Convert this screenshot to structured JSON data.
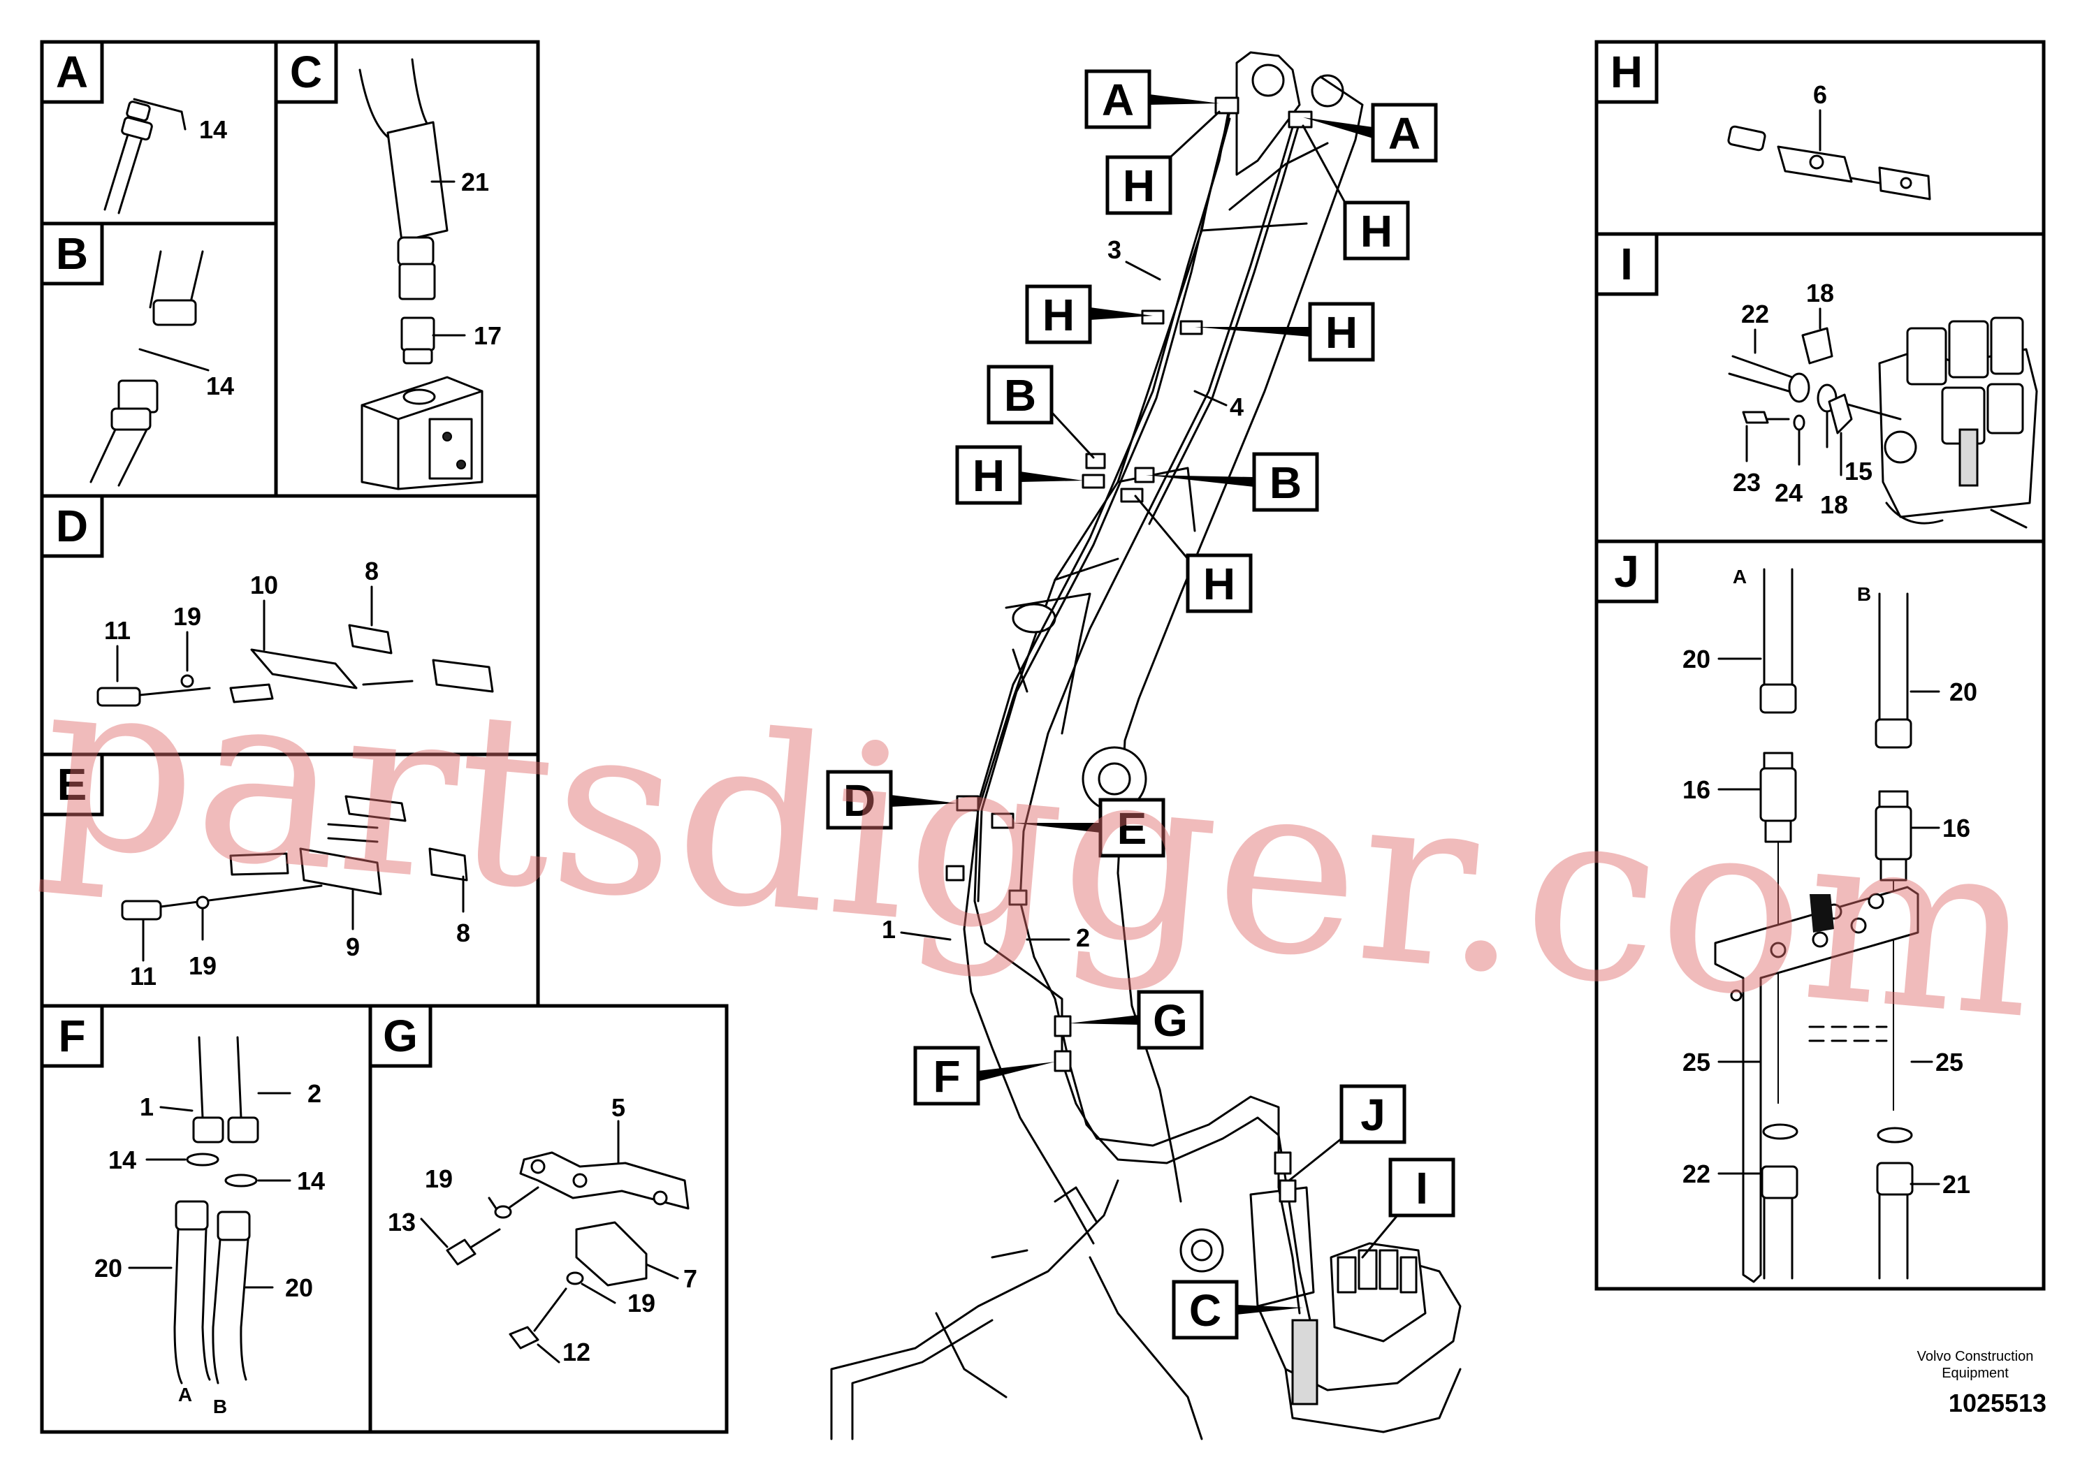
{
  "detail_views": {
    "A": {
      "letter": "A",
      "parts": [
        "14"
      ]
    },
    "B": {
      "letter": "B",
      "parts": [
        "14"
      ]
    },
    "C": {
      "letter": "C",
      "parts": [
        "21",
        "17"
      ]
    },
    "D": {
      "letter": "D",
      "parts": [
        "10",
        "8",
        "11",
        "19"
      ]
    },
    "E": {
      "letter": "E",
      "parts": [
        "9",
        "8",
        "11",
        "19"
      ]
    },
    "F": {
      "letter": "F",
      "parts": [
        "1",
        "2",
        "14",
        "14",
        "20",
        "20"
      ],
      "ends": [
        "A",
        "B"
      ]
    },
    "G": {
      "letter": "G",
      "parts": [
        "5",
        "19",
        "13",
        "7",
        "19",
        "12"
      ]
    },
    "H": {
      "letter": "H",
      "parts": [
        "6"
      ]
    },
    "I": {
      "letter": "I",
      "parts": [
        "18",
        "22",
        "23",
        "24",
        "18",
        "15"
      ]
    },
    "J": {
      "letter": "J",
      "parts": [
        "20",
        "20",
        "16",
        "16",
        "25",
        "25",
        "22",
        "21"
      ],
      "ends": [
        "A",
        "B"
      ]
    }
  },
  "main_view": {
    "callouts": [
      "A",
      "A",
      "H",
      "H",
      "H",
      "H",
      "B",
      "H",
      "B",
      "H",
      "D",
      "E",
      "G",
      "F",
      "J",
      "I",
      "C"
    ],
    "parts": [
      "3",
      "4",
      "1",
      "2"
    ]
  },
  "watermark": "partsdigger.com",
  "footer": {
    "credit_line1": "Volvo Construction",
    "credit_line2": "Equipment",
    "drawing_number": "1025513"
  }
}
